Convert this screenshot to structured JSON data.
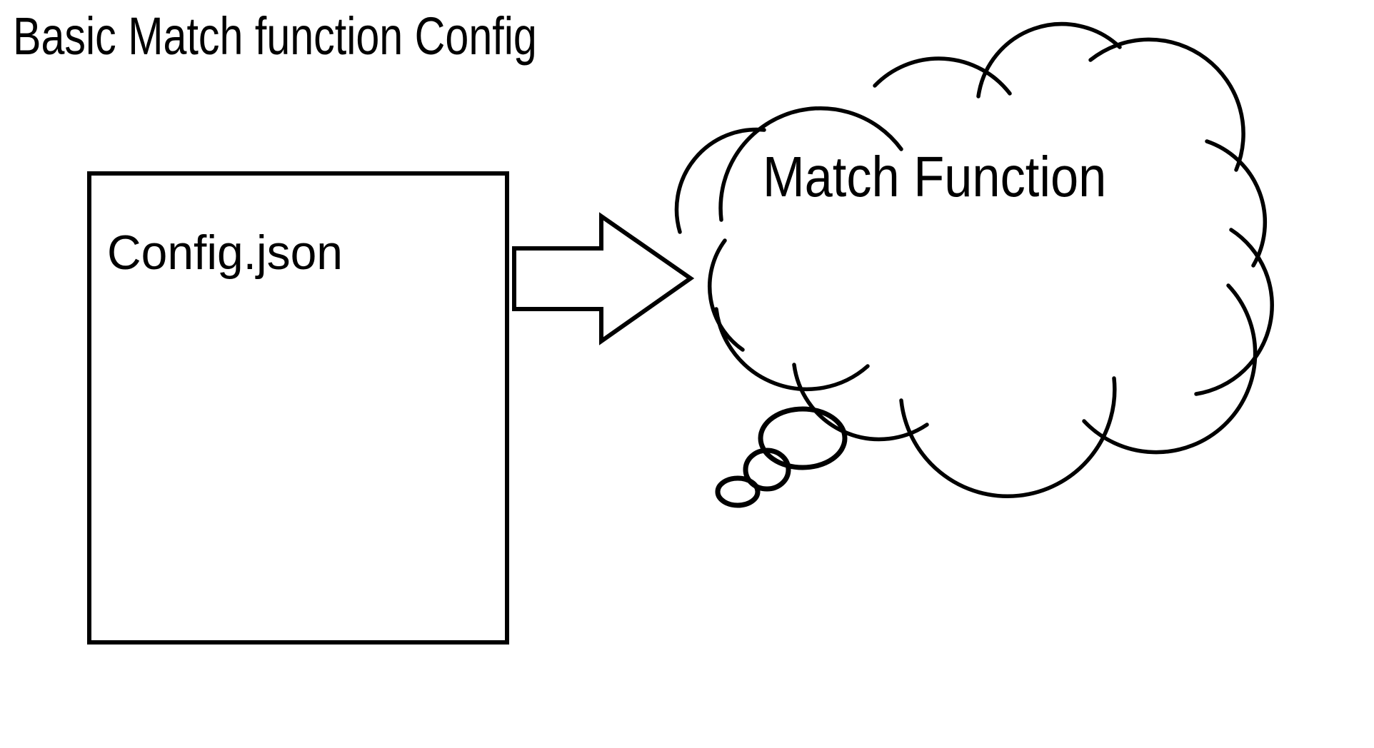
{
  "diagram": {
    "title": "Basic Match function Config",
    "background_color": "#ffffff",
    "stroke_color": "#000000",
    "nodes": {
      "config_box": {
        "label": "Config.json",
        "shape": "rectangle",
        "fill": "#ffffff",
        "border_color": "#000000"
      },
      "match_cloud": {
        "label": "Match Function",
        "shape": "cloud-thought-bubble",
        "fill": "#ffffff",
        "border_color": "#000000"
      }
    },
    "connector": {
      "type": "block-arrow",
      "direction": "right",
      "from": "Config.json",
      "to": "Match Function",
      "fill": "#ffffff",
      "border_color": "#000000"
    },
    "thought_tail": {
      "bubble_count": 3,
      "shape": "ellipse"
    }
  }
}
